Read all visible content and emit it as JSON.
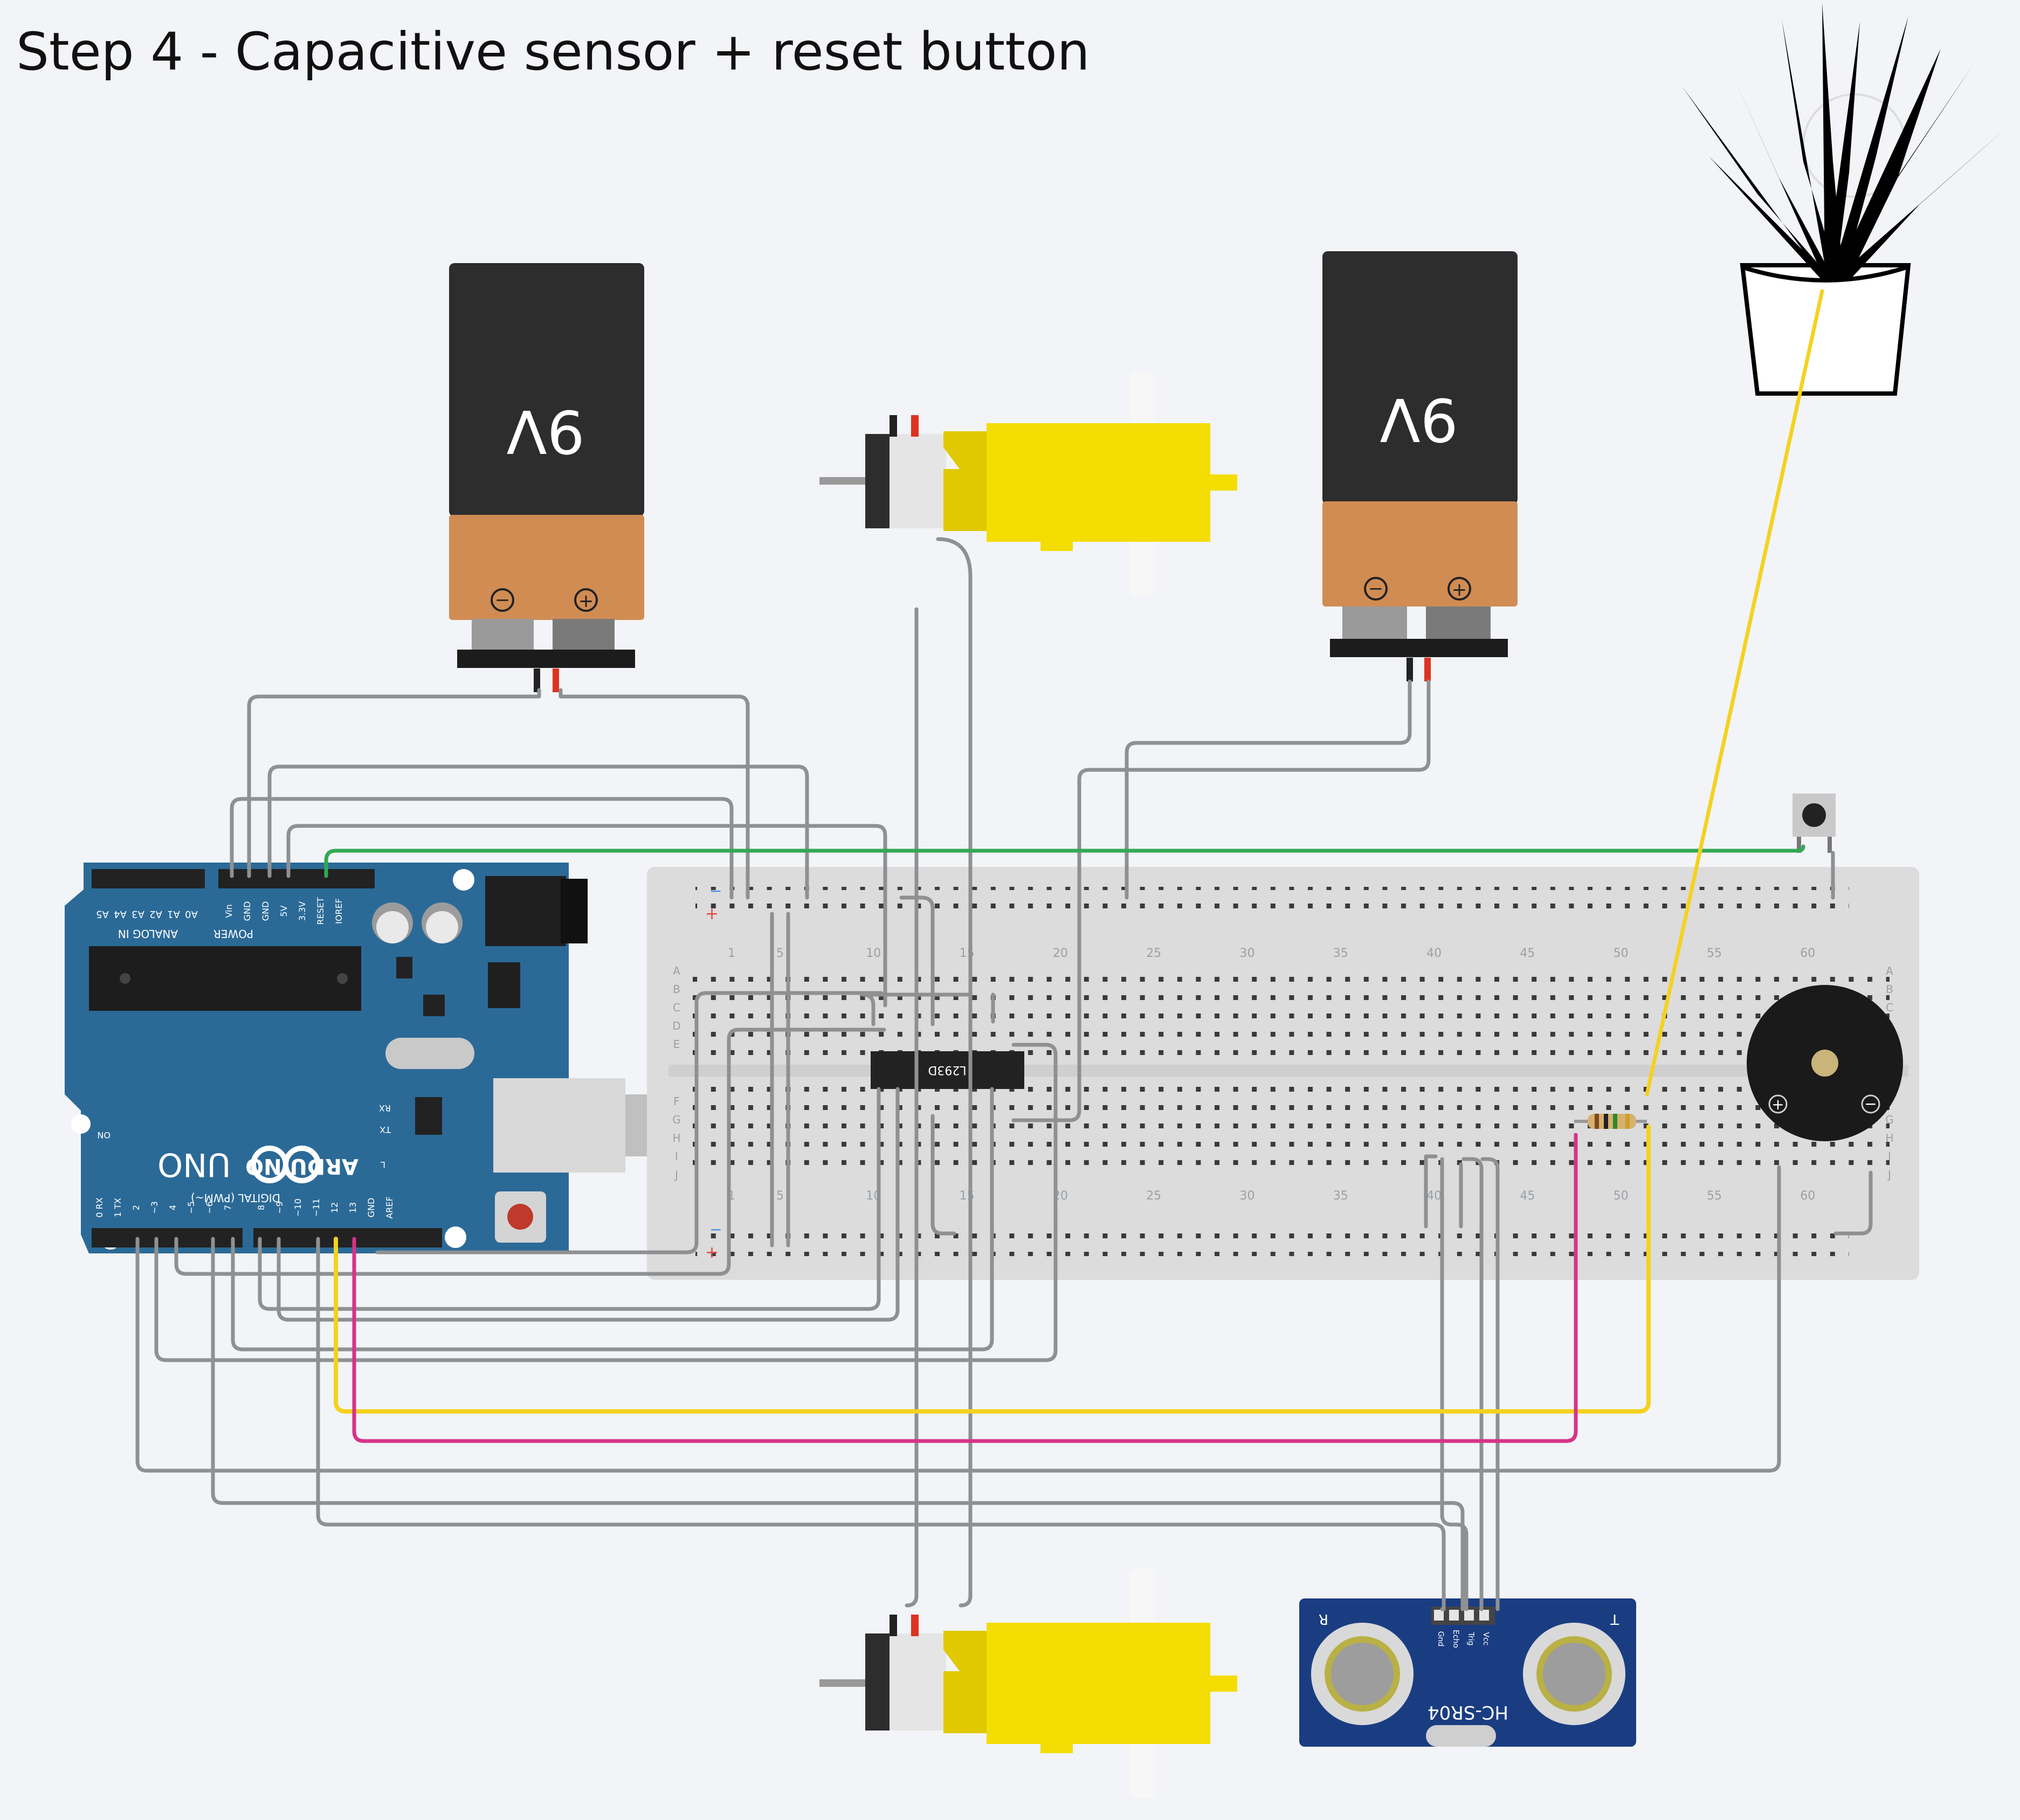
{
  "title": "Step 4 - Capacitive sensor + reset button",
  "components": {
    "battery_left": {
      "label": "9V",
      "minus": "−",
      "plus": "+"
    },
    "battery_right": {
      "label": "9V",
      "minus": "−",
      "plus": "+"
    },
    "arduino": {
      "brand": "ARDUINO",
      "model": "UNO",
      "power_label": "POWER",
      "analog_label": "ANALOG IN",
      "digital_label": "DIGITAL (PWM~)",
      "on_label": "ON",
      "l_label": "L",
      "tx_label": "TX",
      "rx_label": "RX",
      "analog_pins": [
        "A5",
        "A4",
        "A3",
        "A2",
        "A1",
        "A0"
      ],
      "power_pins": [
        "Vin",
        "GND",
        "GND",
        "5V",
        "3.3V",
        "RESET",
        "IOREF"
      ],
      "digital_pins": [
        "0 RX",
        "1 TX",
        "2",
        "~3",
        "4",
        "~5",
        "~6",
        "7",
        "8",
        "~9",
        "~10",
        "~11",
        "12",
        "13",
        "GND",
        "AREF"
      ]
    },
    "driver_chip": {
      "label": "L293D"
    },
    "ultrasonic": {
      "model": "HC-SR04",
      "pins": [
        "Vcc",
        "Trig",
        "Echo",
        "Gnd"
      ],
      "left_mark": "T",
      "right_mark": "R"
    },
    "buzzer": {
      "plus": "+",
      "minus": "−"
    },
    "breadboard": {
      "col_numbers": [
        "1",
        "5",
        "10",
        "15",
        "20",
        "25",
        "30",
        "35",
        "40",
        "45",
        "50",
        "55",
        "60"
      ],
      "rows_top": [
        "A",
        "B",
        "C",
        "D",
        "E"
      ],
      "rows_bottom": [
        "F",
        "G",
        "H",
        "I",
        "J"
      ],
      "rail_minus": "−",
      "rail_plus": "+"
    }
  },
  "colors": {
    "wire_gray": "#8e9092",
    "wire_green": "#34a853",
    "wire_yellow": "#f4d21f",
    "wire_pink": "#d6338a",
    "arduino_blue": "#2b6a97",
    "motor_yellow": "#f3dd03",
    "battery_dark": "#2d2d2d",
    "battery_copper": "#d18c53",
    "background": "#f2f4f7"
  }
}
